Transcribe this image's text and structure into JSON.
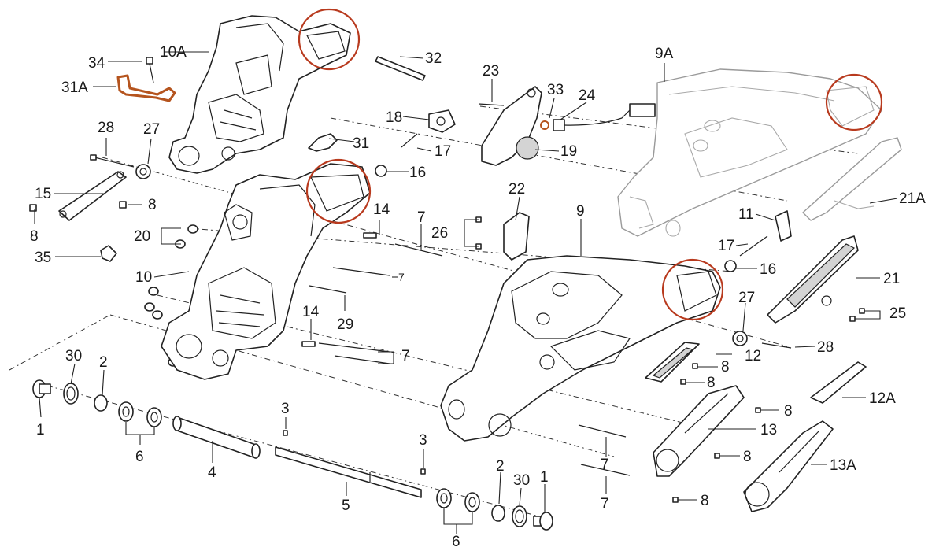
{
  "labels": {
    "p1": "1",
    "p2": "2",
    "p3": "3",
    "p4": "4",
    "p5": "5",
    "p6": "6",
    "p7": "7",
    "p8": "8",
    "p9": "9",
    "p9A": "9A",
    "p10": "10",
    "p10A": "10A",
    "p11": "11",
    "p12": "12",
    "p12A": "12A",
    "p13": "13",
    "p13A": "13A",
    "p14": "14",
    "p15": "15",
    "p16": "16",
    "p17": "17",
    "p18": "18",
    "p19": "19",
    "p20": "20",
    "p21": "21",
    "p21A": "21A",
    "p22": "22",
    "p23": "23",
    "p24": "24",
    "p25": "25",
    "p26": "26",
    "p27": "27",
    "p28": "28",
    "p29": "29",
    "p30": "30",
    "p31": "31",
    "p31A": "31A",
    "p32": "32",
    "p33": "33",
    "p34": "34",
    "p35": "35"
  },
  "colors": {
    "outline": "#222222",
    "ghost_outline": "#9a9a9a",
    "highlight_circle": "#b83a1e",
    "highlighted_part": "#b5541e"
  }
}
